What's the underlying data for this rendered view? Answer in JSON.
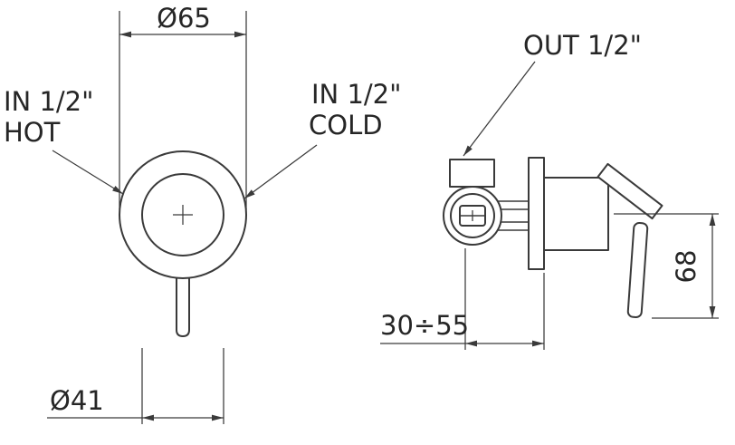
{
  "colors": {
    "background": "#ffffff",
    "line": "#3a3a3a",
    "text": "#262626"
  },
  "front_view": {
    "top_diameter_label": "Ø65",
    "bottom_diameter_label": "Ø41",
    "hot_inlet": {
      "line1": "IN 1/2\"",
      "line2": "HOT"
    },
    "cold_inlet": {
      "line1": "IN 1/2\"",
      "line2": "COLD"
    }
  },
  "side_view": {
    "outlet_label": "OUT 1/2\"",
    "depth_range_label": "30÷55",
    "height_label": "68"
  }
}
